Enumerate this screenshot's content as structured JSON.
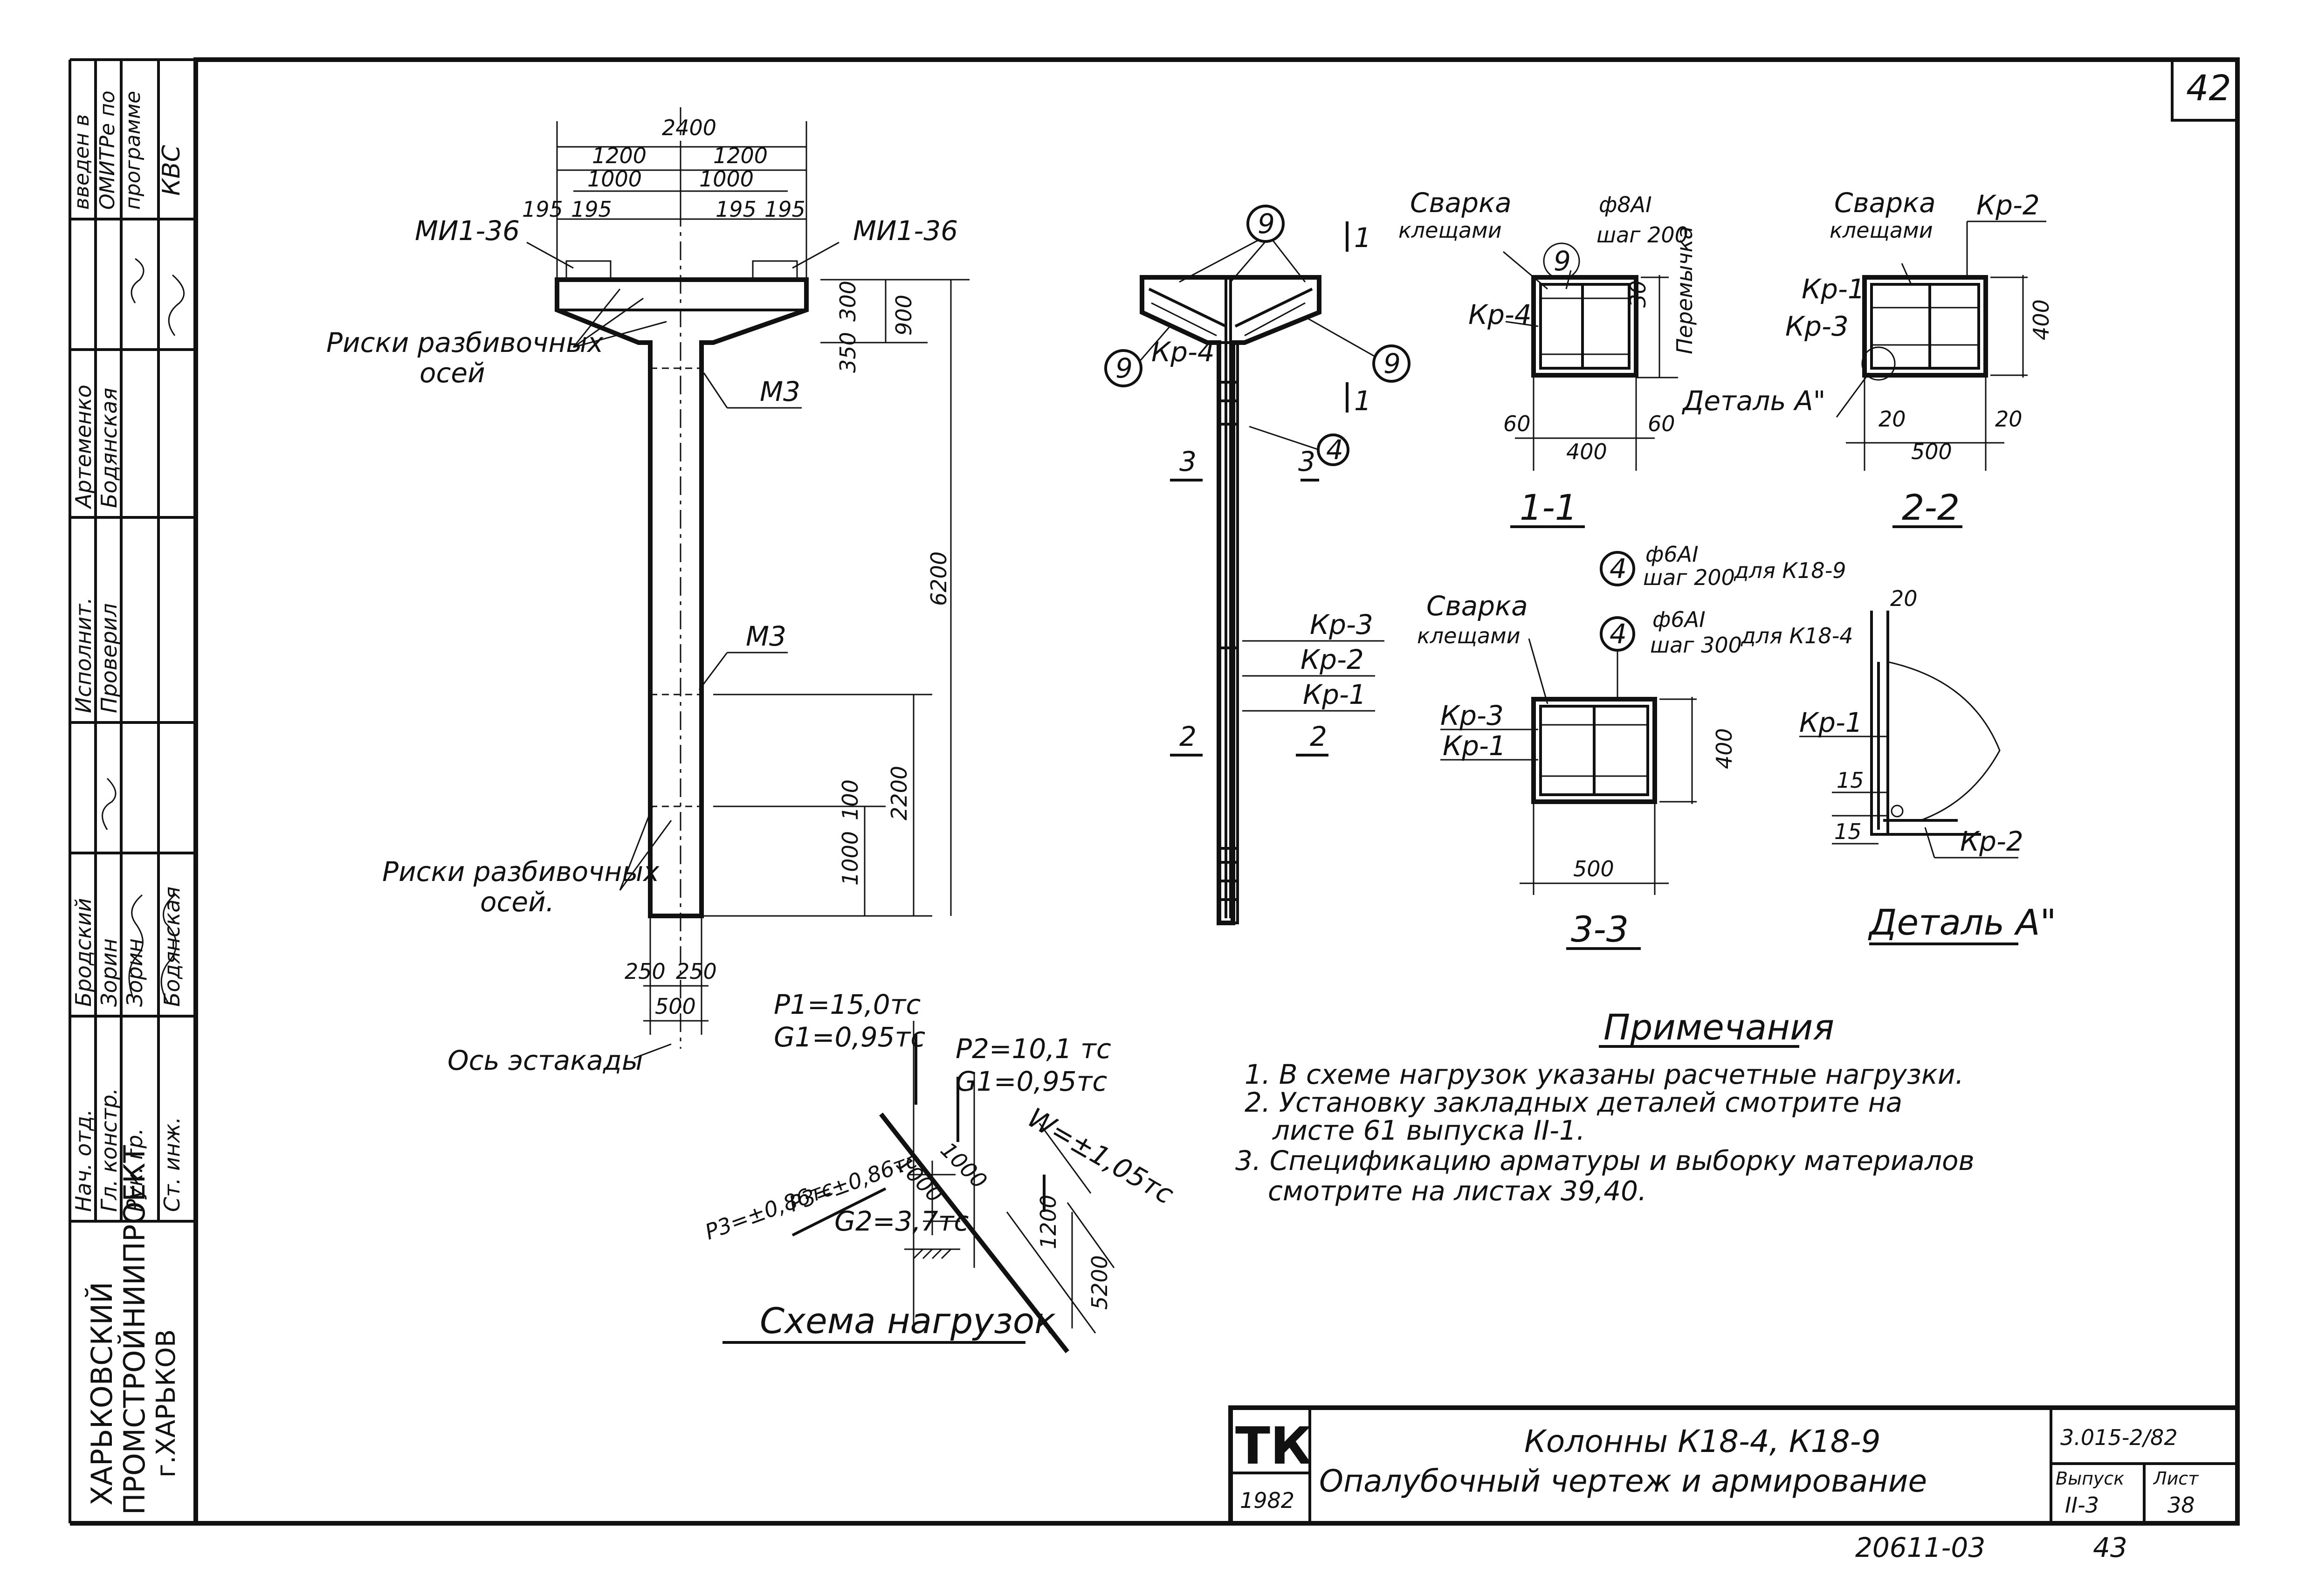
{
  "sheet": {
    "page_number": "42",
    "org_line1": "ХАРЬКОВСКИЙ",
    "org_line2": "ПРОМСТРОЙНИИПРОЕКТ",
    "org_line3": "г.ХАРЬКОВ",
    "margin_note": [
      "введен в",
      "ОМИТРе по",
      "программе",
      "КВС"
    ],
    "bottom_code": "20611-03",
    "bottom_num": "43"
  },
  "signatures": [
    {
      "role": "Нач. отд.",
      "name": "Бродский"
    },
    {
      "role": "Гл. констр.",
      "name": "Зорин"
    },
    {
      "role": "Рук. гр.",
      "name": "Зорин"
    },
    {
      "role": "Ст. инж.",
      "name": "Бодянская"
    },
    {
      "role": "Исполнит.",
      "name": "Артеменко"
    },
    {
      "role": "Проверил",
      "name": "Бодянская"
    }
  ],
  "title_block": {
    "logo": "ТК",
    "year": "1982",
    "title1": "Колонны К18-4, К18-9",
    "title2": "Опалубочный чертеж и армирование",
    "doc_code": "3.015-2/82",
    "issue_label": "Выпуск",
    "issue_value": "II-3",
    "sheet_label": "Лист",
    "sheet_value": "38"
  },
  "elevation": {
    "dims": {
      "total_width": "2400",
      "half_left": "1200",
      "half_right": "1200",
      "inner_left": "1000",
      "inner_right": "1000",
      "edge_195_1": "195",
      "edge_195_2": "195",
      "edge_195_3": "195",
      "edge_195_4": "195",
      "h300": "300",
      "h350": "350",
      "h900": "900",
      "h6200": "6200",
      "h100": "100",
      "h2200": "2200",
      "h1000": "1000",
      "w250a": "250",
      "w250b": "250",
      "w500": "500"
    },
    "labels": {
      "embed_left": "МИ1-36",
      "embed_right": "МИ1-36",
      "axis_marks_top_1": "Риски разбивочных",
      "axis_marks_top_2": "осей",
      "m3_top": "М3",
      "m3_mid": "М3",
      "axis_marks_bot_1": "Риски разбивочных",
      "axis_marks_bot_2": "осей.",
      "trestle_axis": "Ось эстакады"
    }
  },
  "reinforcement": {
    "labels": {
      "pos9_top": "9",
      "pos9_left": "9",
      "pos9_right": "9",
      "kr4": "Кр-4",
      "pos4": "4",
      "sec1_top": "1",
      "sec1_bot": "1",
      "sec3_l": "3",
      "sec3_r": "3",
      "sec2_l": "2",
      "sec2_r": "2",
      "kr3": "Кр-3",
      "kr2": "Кр-2",
      "kr1": "Кр-1"
    }
  },
  "sections": {
    "s11": {
      "weld1": "Сварка",
      "weld2": "клещами",
      "pos": "9",
      "bar": "ф8АI",
      "step": "шаг 200",
      "kr": "Кр-4",
      "jumper": "Перемычка",
      "d30": "30",
      "d60a": "60",
      "d60b": "60",
      "d400": "400",
      "title": "1-1"
    },
    "s22": {
      "weld1": "Сварка",
      "weld2": "клещами",
      "kr2": "Кр-2",
      "kr1": "Кр-1",
      "kr3": "Кр-3",
      "detail": "Деталь А\"",
      "d400": "400",
      "d20a": "20",
      "d20b": "20",
      "d500": "500",
      "title": "2-2"
    },
    "s33": {
      "pos_a": "4",
      "bar_a": "ф6АI",
      "step_a": "шаг 200",
      "for_a": "для К18-9",
      "pos_b": "4",
      "bar_b": "ф6АI",
      "step_b": "шаг 300",
      "for_b": "для К18-4",
      "weld1": "Сварка",
      "weld2": "клещами",
      "kr3": "Кр-3",
      "kr1": "Кр-1",
      "d400": "400",
      "d500": "500",
      "title": "3-3"
    },
    "detailA": {
      "d20": "20",
      "kr1": "Кр-1",
      "d15a": "15",
      "d15b": "15",
      "kr2": "Кр-2",
      "title": "Деталь А\""
    }
  },
  "loads": {
    "p1": "P1=15,0тс",
    "g1": "G1=0,95тс",
    "p2": "P2=10,1 тс",
    "g1b": "G1=0,95тс",
    "w": "W=±1,05тс",
    "p3": "P3=±0,86тс",
    "p4": "P3=±0,86тс",
    "g2": "G2=3,7тс",
    "d1000a": "1000",
    "d1000b": "1000",
    "d1200": "1200",
    "d5200": "5200",
    "title": "Схема нагрузок"
  },
  "notes": {
    "title": "Примечания",
    "items": [
      "1. В схеме нагрузок указаны расчетные нагрузки.",
      "2. Установку закладных деталей смотрите на",
      "листе 61 выпуска II-1.",
      "3. Спецификацию арматуры и выборку материалов",
      "смотрите на листах 39,40."
    ]
  }
}
